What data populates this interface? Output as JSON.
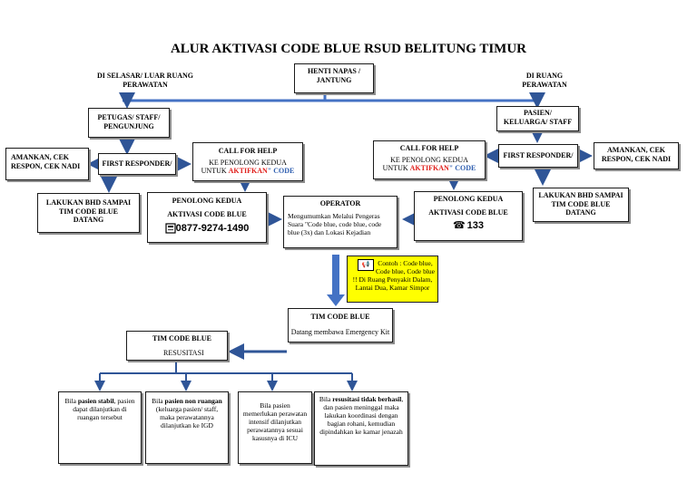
{
  "title": "ALUR AKTIVASI CODE BLUE RSUD BELITUNG  TIMUR",
  "left_heading": "DI SELASAR/ LUAR RUANG\nPERAWATAN",
  "right_heading": "DI RUANG\nPERAWATAN",
  "start_box": "HENTI NAPAS /\nJANTUNG",
  "left": {
    "petugas": "PETUGAS/ STAFF/\nPENGUNJUNG",
    "first_responder": "FIRST RESPONDER/",
    "amankan": "AMANKAN, CEK\nRESPON, CEK NADI",
    "bhd": "LAKUKAN BHD SAMPAI\nTIM CODE BLUE\nDATANG",
    "call_title": "CALL FOR HELP",
    "call_line1": "KE PENOLONG KEDUA",
    "call_prefix": "UNTUK ",
    "call_aktifkan": "AKTIFKAN",
    "call_code": "\" CODE",
    "penolong_title": "PENOLONG KEDUA",
    "penolong_sub": "AKTIVASI CODE BLUE",
    "phone_icon": "phone-icon",
    "phone": "0877-9274-1490"
  },
  "right": {
    "pasien": "PASIEN/\nKELUARGA/ STAFF",
    "first_responder": "FIRST RESPONDER/",
    "amankan": "AMANKAN, CEK\nRESPON, CEK NADI",
    "bhd": "LAKUKAN BHD SAMPAI\nTIM CODE BLUE\nDATANG",
    "call_title": "CALL FOR HELP",
    "call_line1": "KE PENOLONG KEDUA",
    "call_prefix": "UNTUK ",
    "call_aktifkan": "AKTIFKAN",
    "call_code": "\" CODE",
    "penolong_title": "PENOLONG KEDUA",
    "penolong_sub": "AKTIVASI CODE BLUE",
    "phone_icon": "telephone-icon",
    "phone": "133"
  },
  "operator": {
    "title": "OPERATOR",
    "text": "Mengumumkan Melalui Pengeras Suara \"Code blue, code blue, code blue (3x) dan Lokasi Kejadian"
  },
  "contoh": {
    "icon": "megaphone-icon",
    "text": "Contoh : Code blue, Code blue, Code blue  !! Di Ruang Penyakit Dalam, Lantai Dua, Kamar Simpor",
    "bg": "#ffff00"
  },
  "tim_code_blue": {
    "title": "TIM CODE BLUE",
    "text": "Datang membawa Emergency Kit"
  },
  "resusitasi": {
    "title": "TIM CODE BLUE",
    "text": "RESUSITASI"
  },
  "outcomes": [
    {
      "pre": "Bila ",
      "bold": "pasien stabil",
      "post": ", pasien dapat dilanjutkan di ruangan tersebut"
    },
    {
      "pre": "Bila ",
      "bold": "pasien non ruangan",
      "post": " (keluarga pasien/ staff, maka perawatannya dilanjutkan ke IGD"
    },
    {
      "pre": "",
      "bold": "",
      "post": "Bila pasien memerlukan perawatan intensif dilanjutkan perawatannya sesuai kasusnya di ICU"
    },
    {
      "pre": "Bila ",
      "bold": "resusitasi tidak berhasil",
      "post": ", dan pasien meninggal maka lakukan koordinasi dengan bagian rohani, kemudian dipindahkan ke kamar jenazah"
    }
  ],
  "colors": {
    "arrow": "#4472c4",
    "line": "#2f5597",
    "highlight": "#ffff00",
    "red": "#e0201c",
    "blue": "#2f5fb0"
  }
}
